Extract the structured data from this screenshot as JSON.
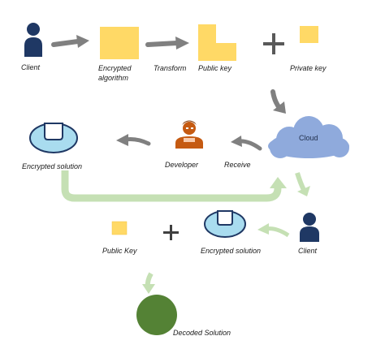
{
  "labels": {
    "client_top": "Client",
    "encrypted_algorithm_line1": "Encrypted",
    "encrypted_algorithm_line2": "algorithm",
    "transform": "Transform",
    "public_key_top": "Public key",
    "private_key": "Private key",
    "cloud": "Cloud",
    "receive": "Receive",
    "developer": "Developer",
    "encrypted_solution_left": "Encrypted solution",
    "public_key_bottom": "Public Key",
    "encrypted_solution_bottom": "Encrypted solution",
    "client_bottom": "Client",
    "decoded_solution": "Decoded Solution"
  },
  "colors": {
    "person": "#1f3864",
    "key": "#ffd966",
    "key_outline": "#f4c542",
    "arrow_grey": "#7f7f7f",
    "arrow_green": "#c5e0b4",
    "cloud": "#8faadc",
    "solution_fill": "#a9dcef",
    "solution_outline": "#1f3864",
    "developer": "#c55a11",
    "decoded": "#548235",
    "plus": "#595959"
  },
  "icons": {
    "client": "person-icon",
    "developer": "developer-icon",
    "cloud": "cloud-icon",
    "encrypted_solution": "cup-shaped-solution-icon",
    "decoded_solution": "green-circle-icon"
  }
}
